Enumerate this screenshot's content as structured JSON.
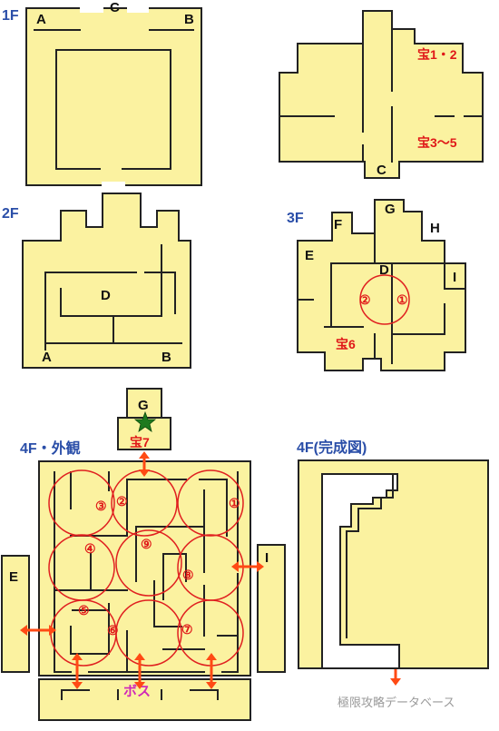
{
  "floors": {
    "f1": "1F",
    "f2": "2F",
    "f3": "3F",
    "f4_exterior": "4F・外観",
    "f4_complete": "4F(完成図)"
  },
  "labels": {
    "a": "A",
    "b": "B",
    "c": "C",
    "d": "D",
    "e": "E",
    "f": "F",
    "g": "G",
    "h": "H",
    "i": "I"
  },
  "treasures": {
    "t12": "宝1・2",
    "t35": "宝3～5",
    "t6": "宝6",
    "t7": "宝7"
  },
  "markers": [
    "①",
    "②",
    "③",
    "④",
    "⑤",
    "⑥",
    "⑦",
    "⑧",
    "⑨"
  ],
  "boss": "ボス",
  "credit": "極限攻略データベース",
  "colors": {
    "floor_fill": "#fbf2a0",
    "wall": "#222222",
    "floor_label": "#2a4ea8",
    "treasure": "#e01818",
    "arrow": "#ff4a14",
    "boss": "#d028b8",
    "goal_star": "#1e7a1e"
  }
}
